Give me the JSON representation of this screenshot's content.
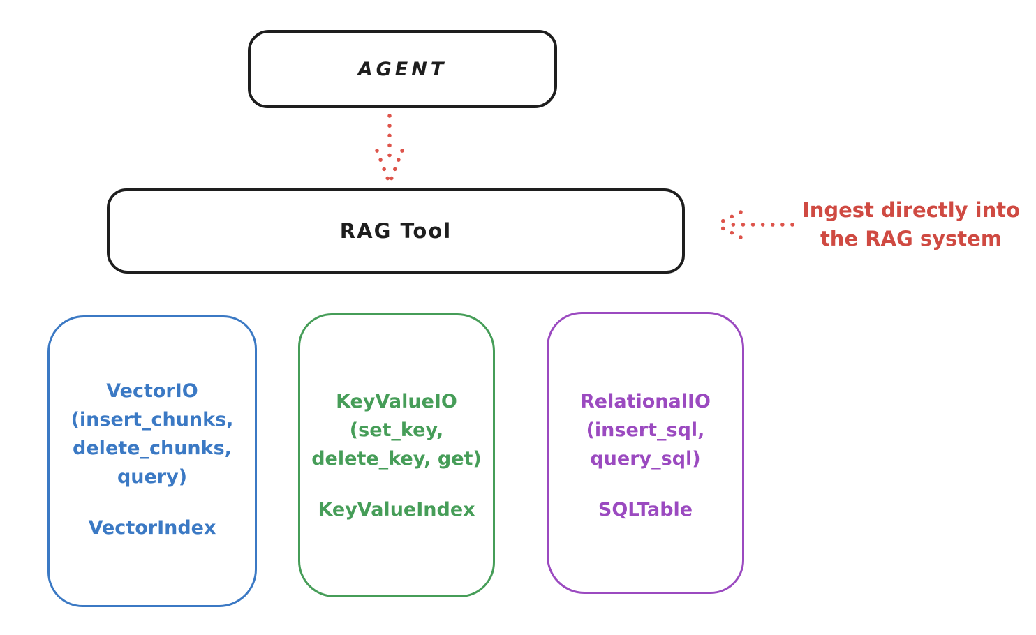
{
  "canvas": {
    "background_color": "#ffffff",
    "stroke_color_black": "#1e1e1e"
  },
  "nodes": {
    "agent": {
      "label": "AGENT",
      "border_color": "#1e1e1e"
    },
    "rag_tool": {
      "label": "RAG Tool",
      "border_color": "#1e1e1e"
    },
    "vector_io": {
      "color": "#3b79c4",
      "lines": [
        "VectorIO",
        "(insert_chunks,",
        "delete_chunks,",
        "query)"
      ],
      "index_label": "VectorIndex"
    },
    "key_value_io": {
      "color": "#469d58",
      "lines": [
        "KeyValueIO",
        "(set_key,",
        "delete_key, get)"
      ],
      "index_label": "KeyValueIndex"
    },
    "relational_io": {
      "color": "#9b4ac0",
      "lines": [
        "RelationalIO",
        "(insert_sql,",
        "query_sql)"
      ],
      "index_label": "SQLTable"
    }
  },
  "annotation": {
    "line1": "Ingest directly into",
    "line2": "the RAG system",
    "color": "#cf4a42"
  },
  "arrows": {
    "color": "#dd544b",
    "agent_to_rag_tool": {
      "style": "dotted",
      "direction": "down"
    },
    "annotation_to_rag_tool": {
      "style": "dotted",
      "direction": "left"
    }
  }
}
